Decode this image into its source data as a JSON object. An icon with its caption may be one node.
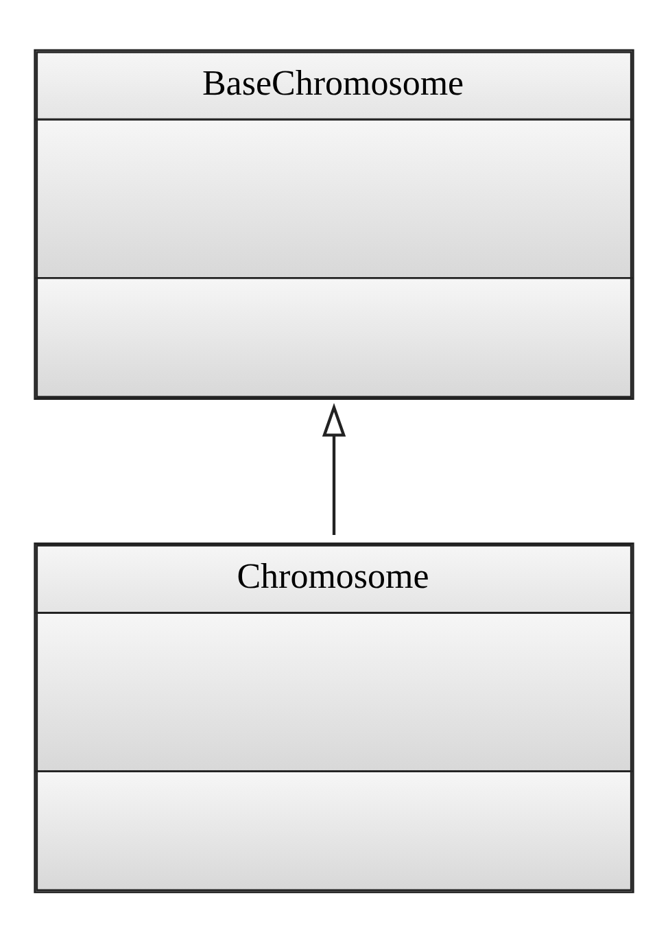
{
  "diagram": {
    "nodes": [
      {
        "text": [
          "BaseChromosome"
        ]
      },
      {
        "text": [
          "Chromosome"
        ]
      }
    ],
    "edges": [
      {
        "from": 1,
        "to": 0,
        "arrow": "to"
      }
    ]
  }
}
